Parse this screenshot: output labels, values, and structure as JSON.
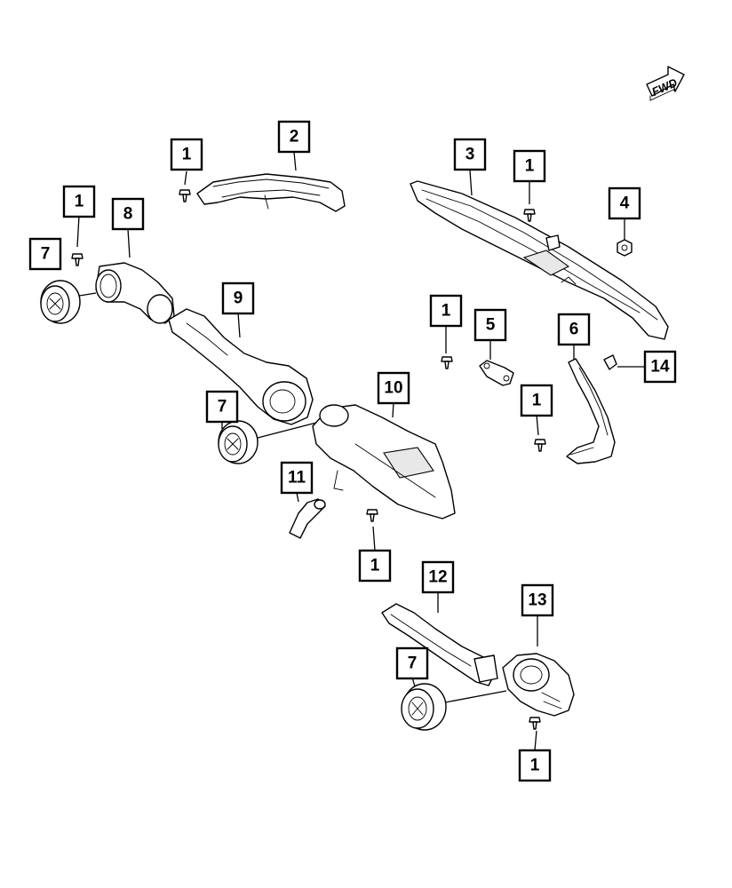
{
  "fwd_label": "FWD",
  "callouts": [
    {
      "id": "c1a",
      "label": "1"
    },
    {
      "id": "c2",
      "label": "2"
    },
    {
      "id": "c3",
      "label": "3"
    },
    {
      "id": "c1b",
      "label": "1"
    },
    {
      "id": "c4",
      "label": "4"
    },
    {
      "id": "c1c",
      "label": "1"
    },
    {
      "id": "c8",
      "label": "8"
    },
    {
      "id": "c7a",
      "label": "7"
    },
    {
      "id": "c9",
      "label": "9"
    },
    {
      "id": "c1d",
      "label": "1"
    },
    {
      "id": "c5",
      "label": "5"
    },
    {
      "id": "c6",
      "label": "6"
    },
    {
      "id": "c14",
      "label": "14"
    },
    {
      "id": "c1e",
      "label": "1"
    },
    {
      "id": "c10",
      "label": "10"
    },
    {
      "id": "c7b",
      "label": "7"
    },
    {
      "id": "c11",
      "label": "11"
    },
    {
      "id": "c1f",
      "label": "1"
    },
    {
      "id": "c12",
      "label": "12"
    },
    {
      "id": "c13",
      "label": "13"
    },
    {
      "id": "c7c",
      "label": "7"
    },
    {
      "id": "c1g",
      "label": "1"
    }
  ]
}
